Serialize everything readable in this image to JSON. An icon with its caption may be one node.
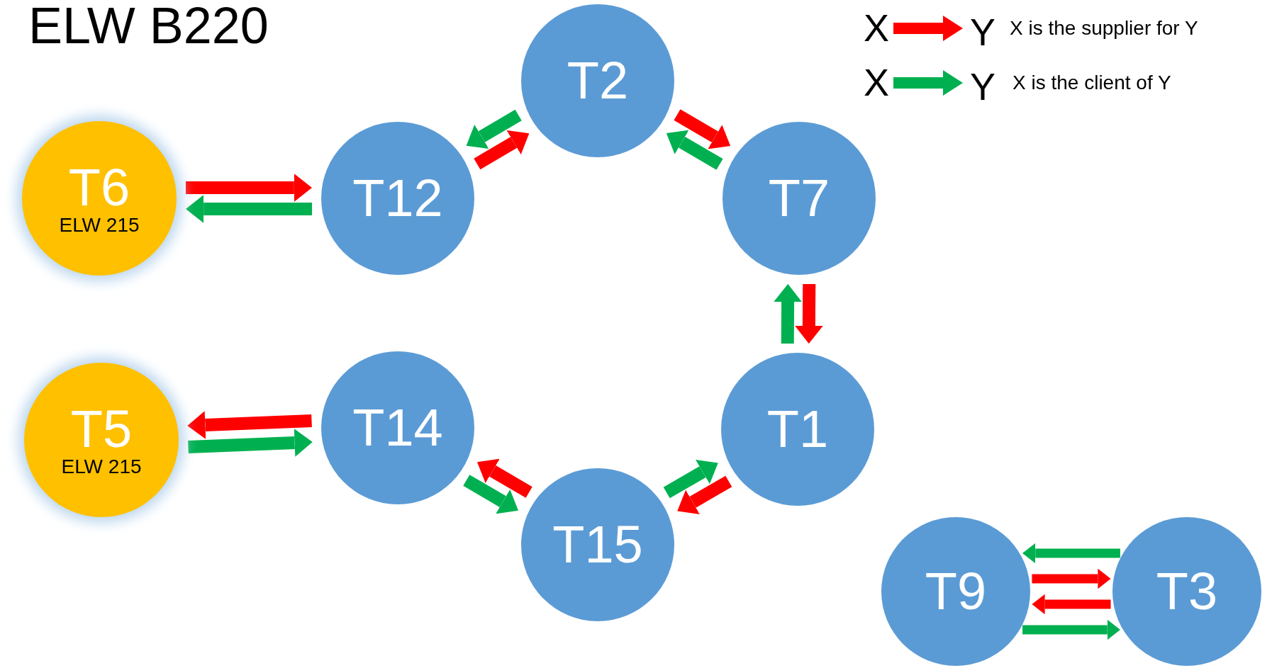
{
  "diagram": {
    "title": "ELW B220",
    "nodes": [
      {
        "text": [
          "T2"
        ]
      },
      {
        "text": [
          "T6",
          "ELW 215"
        ]
      },
      {
        "text": [
          "T12"
        ]
      },
      {
        "text": [
          "T7"
        ]
      },
      {
        "text": [
          "T5",
          "ELW 215"
        ]
      },
      {
        "text": [
          "T14"
        ]
      },
      {
        "text": [
          "T1"
        ]
      },
      {
        "text": [
          "T15"
        ]
      },
      {
        "text": [
          "T9"
        ]
      },
      {
        "text": [
          "T3"
        ]
      }
    ],
    "edges": [
      {
        "from": 1,
        "to": 2,
        "arrow": "to",
        "color": "#ff0000"
      },
      {
        "from": 2,
        "to": 1,
        "arrow": "to",
        "color": "#00b050"
      },
      {
        "from": 2,
        "to": 0,
        "arrow": "to",
        "color": "#ff0000"
      },
      {
        "from": 0,
        "to": 2,
        "arrow": "to",
        "color": "#00b050"
      },
      {
        "from": 0,
        "to": 3,
        "arrow": "to",
        "color": "#ff0000"
      },
      {
        "from": 3,
        "to": 0,
        "arrow": "to",
        "color": "#00b050"
      },
      {
        "from": 3,
        "to": 6,
        "arrow": "to",
        "color": "#ff0000"
      },
      {
        "from": 6,
        "to": 3,
        "arrow": "to",
        "color": "#00b050"
      },
      {
        "from": 6,
        "to": 7,
        "arrow": "to",
        "color": "#ff0000"
      },
      {
        "from": 7,
        "to": 6,
        "arrow": "to",
        "color": "#00b050"
      },
      {
        "from": 7,
        "to": 5,
        "arrow": "to",
        "color": "#ff0000"
      },
      {
        "from": 5,
        "to": 7,
        "arrow": "to",
        "color": "#00b050"
      },
      {
        "from": 5,
        "to": 4,
        "arrow": "to",
        "color": "#ff0000"
      },
      {
        "from": 4,
        "to": 5,
        "arrow": "to",
        "color": "#00b050"
      },
      {
        "from": 9,
        "to": 8,
        "arrow": "to",
        "color": "#00b050"
      },
      {
        "from": 8,
        "to": 9,
        "arrow": "to",
        "color": "#ff0000"
      },
      {
        "from": 9,
        "to": 8,
        "arrow": "to",
        "color": "#ff0000"
      },
      {
        "from": 8,
        "to": 9,
        "arrow": "to",
        "color": "#00b050"
      }
    ],
    "labels": [
      "X",
      "Y",
      "X",
      "Y"
    ],
    "legend": [
      {
        "text": "X is the supplier for Y",
        "color": "#ff0000"
      },
      {
        "text": "X is the client of Y",
        "color": "#00b050"
      }
    ]
  }
}
